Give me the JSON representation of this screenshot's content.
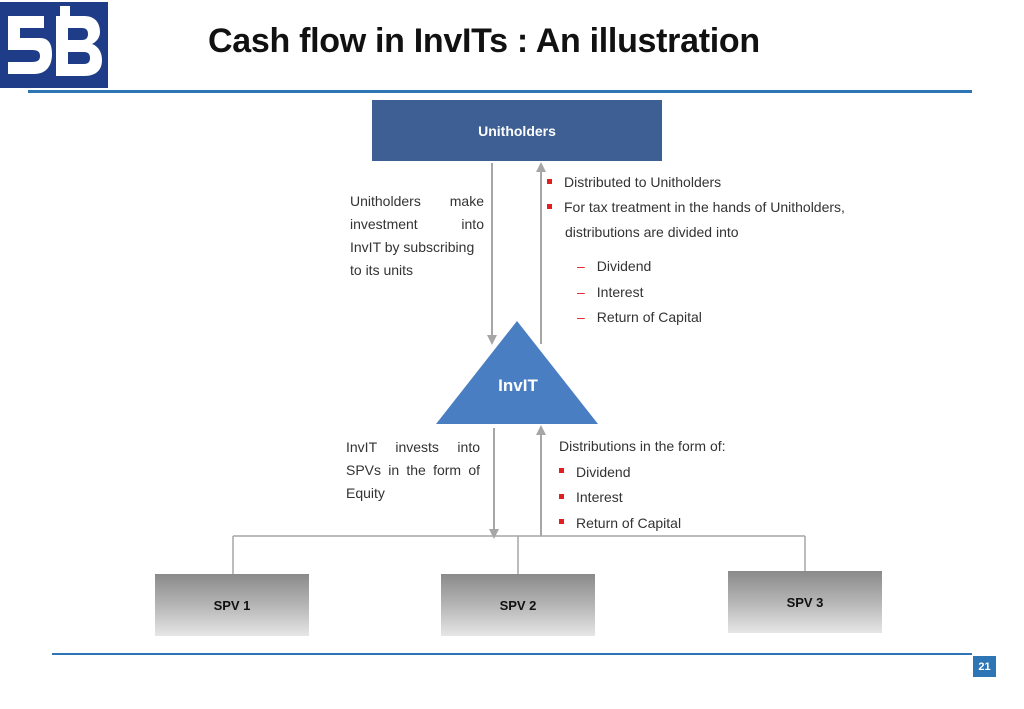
{
  "header": {
    "title": "Cash flow in InvITs : An illustration",
    "logo_alt": "SEBI"
  },
  "colors": {
    "accent": "#2e75b6",
    "box": "#3d5f94",
    "triangle": "#4a7ec2",
    "bullet": "#e02020",
    "arrow": "#a6a6a6"
  },
  "diagram": {
    "unitholders": "Unitholders",
    "invit": "InvIT",
    "left_top_lines": [
      "Unitholders make",
      "investment into",
      "InvIT by subscribing",
      "to its units"
    ],
    "right_top": {
      "bullets": [
        "Distributed to Unitholders",
        "For tax treatment in the hands of Unitholders,"
      ],
      "continuation": "distributions are divided into",
      "sub_items": [
        "Dividend",
        "Interest",
        "Return of Capital"
      ]
    },
    "left_bottom_lines": [
      "InvIT invests into",
      "SPVs in the form of",
      "Equity"
    ],
    "right_bottom": {
      "heading": "Distributions in the form of:",
      "items": [
        "Dividend",
        "Interest",
        "Return of Capital"
      ]
    },
    "spvs": [
      "SPV 1",
      "SPV 2",
      "SPV 3"
    ]
  },
  "footer": {
    "page_number": "21"
  }
}
